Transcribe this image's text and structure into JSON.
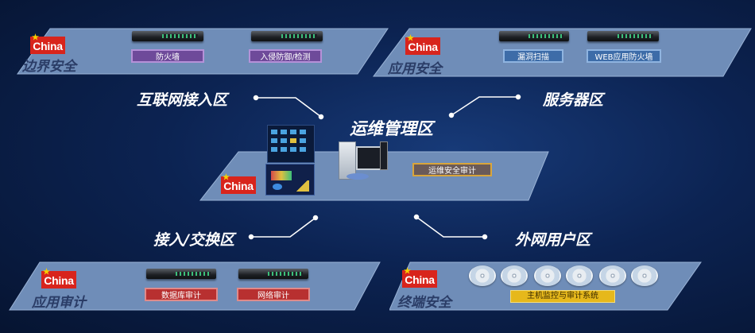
{
  "flag_text": "China",
  "colors": {
    "platform": "#6f8db8",
    "flag": "#d8241c",
    "label_purple": "#6e4a9a",
    "label_blue": "#3d6ca8",
    "label_red": "#b83030",
    "label_yellow": "#e6b81b"
  },
  "platforms": {
    "border_security": {
      "title": "边界安全",
      "labels": [
        "防火墙",
        "入侵防御/检测"
      ]
    },
    "app_security": {
      "title": "应用安全",
      "labels": [
        "漏洞扫描",
        "WEB应用防火墙"
      ]
    },
    "ops": {
      "label": "运维安全审计"
    },
    "app_audit": {
      "title": "应用审计",
      "labels": [
        "数据库审计",
        "网络审计"
      ]
    },
    "terminal_security": {
      "title": "终端安全",
      "labels": [
        "主机监控与审计系统"
      ]
    }
  },
  "zones": {
    "internet": "互联网接入区",
    "server": "服务器区",
    "ops_title": "运维管理区",
    "access": "接入/交换区",
    "external": "外网用户区"
  }
}
